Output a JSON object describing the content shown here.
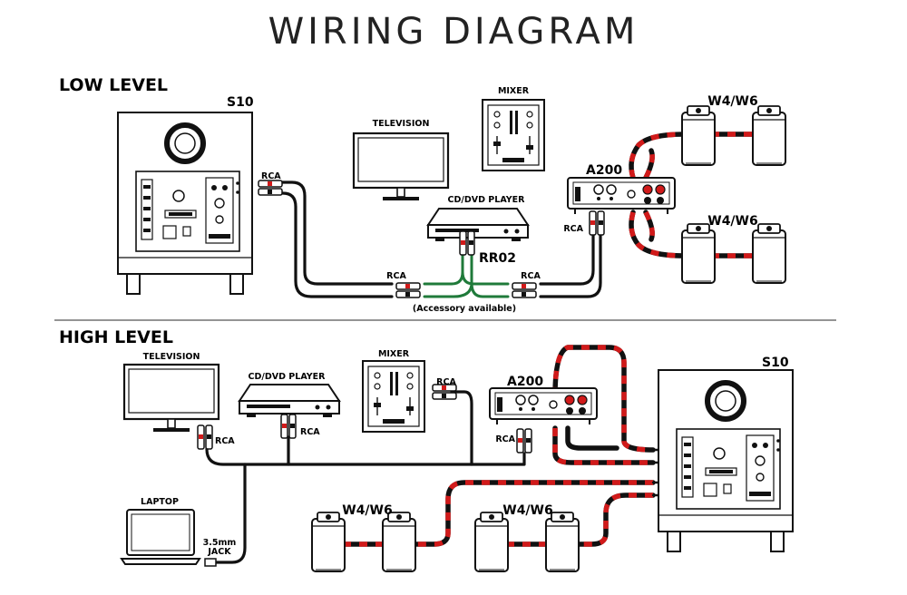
{
  "title": "WIRING DIAGRAM",
  "sections": {
    "low": {
      "title": "LOW LEVEL",
      "labels": {
        "subwoofer": "S10",
        "television": "TELEVISION",
        "mixer": "MIXER",
        "cd_player": "CD/DVD PLAYER",
        "amplifier": "A200",
        "speakers_top": "W4/W6",
        "speakers_bottom": "W4/W6",
        "rca_sub": "RCA",
        "rca_left": "RCA",
        "rca_right": "RCA",
        "rca_amp": "RCA",
        "adapter": "RR02",
        "accessory_note": "(Accessory available)"
      }
    },
    "high": {
      "title": "HIGH LEVEL",
      "labels": {
        "television": "TELEVISION",
        "cd_player": "CD/DVD PLAYER",
        "mixer": "MIXER",
        "amplifier": "A200",
        "subwoofer": "S10",
        "rca_tv": "RCA",
        "rca_cd": "RCA",
        "rca_mixer": "RCA",
        "rca_amp": "RCA",
        "laptop": "LAPTOP",
        "jack_size": "3.5mm",
        "jack_label": "JACK",
        "speakers_left": "W4/W6",
        "speakers_right": "W4/W6"
      }
    }
  },
  "colors": {
    "cable": "#111111",
    "speaker_wire": "#d11a1a",
    "adapter_wire": "#1f7a3a",
    "rca_red": "#d11a1a"
  }
}
